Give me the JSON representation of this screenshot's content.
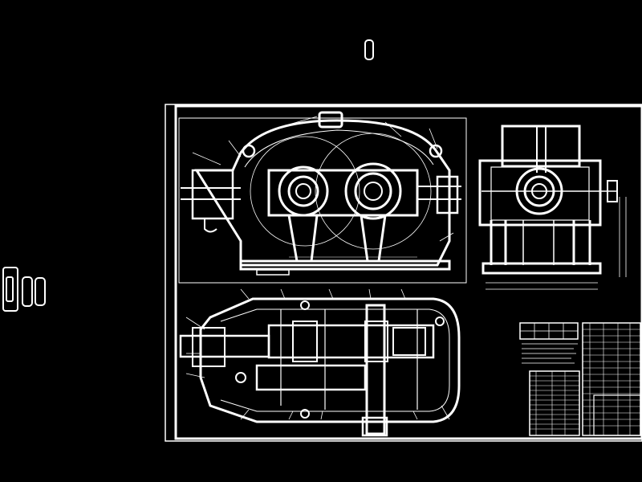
{
  "background": "#000000",
  "stroke_color": "#ffffff",
  "views": [
    "front-view",
    "side-view",
    "top-section-view"
  ],
  "title_block": {
    "text_rows": 9,
    "parts_rows": 24
  },
  "note_text": ""
}
